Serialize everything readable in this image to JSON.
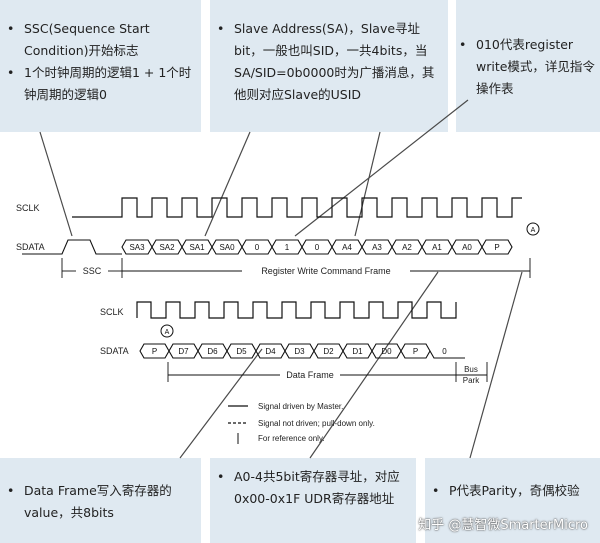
{
  "callouts": {
    "ssc": [
      "SSC(Sequence Start Condition)开始标志",
      "1个时钟周期的逻辑1 + 1个时钟周期的逻辑0"
    ],
    "sa": [
      "Slave Address(SA)，Slave寻址bit，一般也叫SID，一共4bits，当SA/SID=0b0000时为广播消息，其他则对应Slave的USID"
    ],
    "cmd": [
      "010代表register write模式，详见指令操作表"
    ],
    "dataframe": [
      "Data Frame写入寄存器的value，共8bits"
    ],
    "addr": [
      "A0-4共5bit寄存器寻址，对应0x00-0x1F UDR寄存器地址"
    ],
    "parity": [
      "P代表Parity，奇偶校验"
    ]
  },
  "timing": {
    "sclk_label": "SCLK",
    "sdata_label": "SDATA",
    "frame1_cells": [
      "SA3",
      "SA2",
      "SA1",
      "SA0",
      "0",
      "1",
      "0",
      "A4",
      "A3",
      "A2",
      "A1",
      "A0",
      "P"
    ],
    "frame2_cells": [
      "P",
      "D7",
      "D6",
      "D5",
      "D4",
      "D3",
      "D2",
      "D1",
      "D0",
      "P",
      "0"
    ],
    "ssc_label": "SSC",
    "command_frame_label": "Register Write Command Frame",
    "data_frame_label": "Data Frame",
    "bus_park_label_1": "Bus",
    "bus_park_label_2": "Park",
    "marker_label": "A"
  },
  "legend": {
    "driven": "Signal driven by Master.",
    "not_driven": "Signal not driven; pull-down only.",
    "reference": "For reference only."
  },
  "watermark": "知乎 @慧智微SmarterMicro"
}
